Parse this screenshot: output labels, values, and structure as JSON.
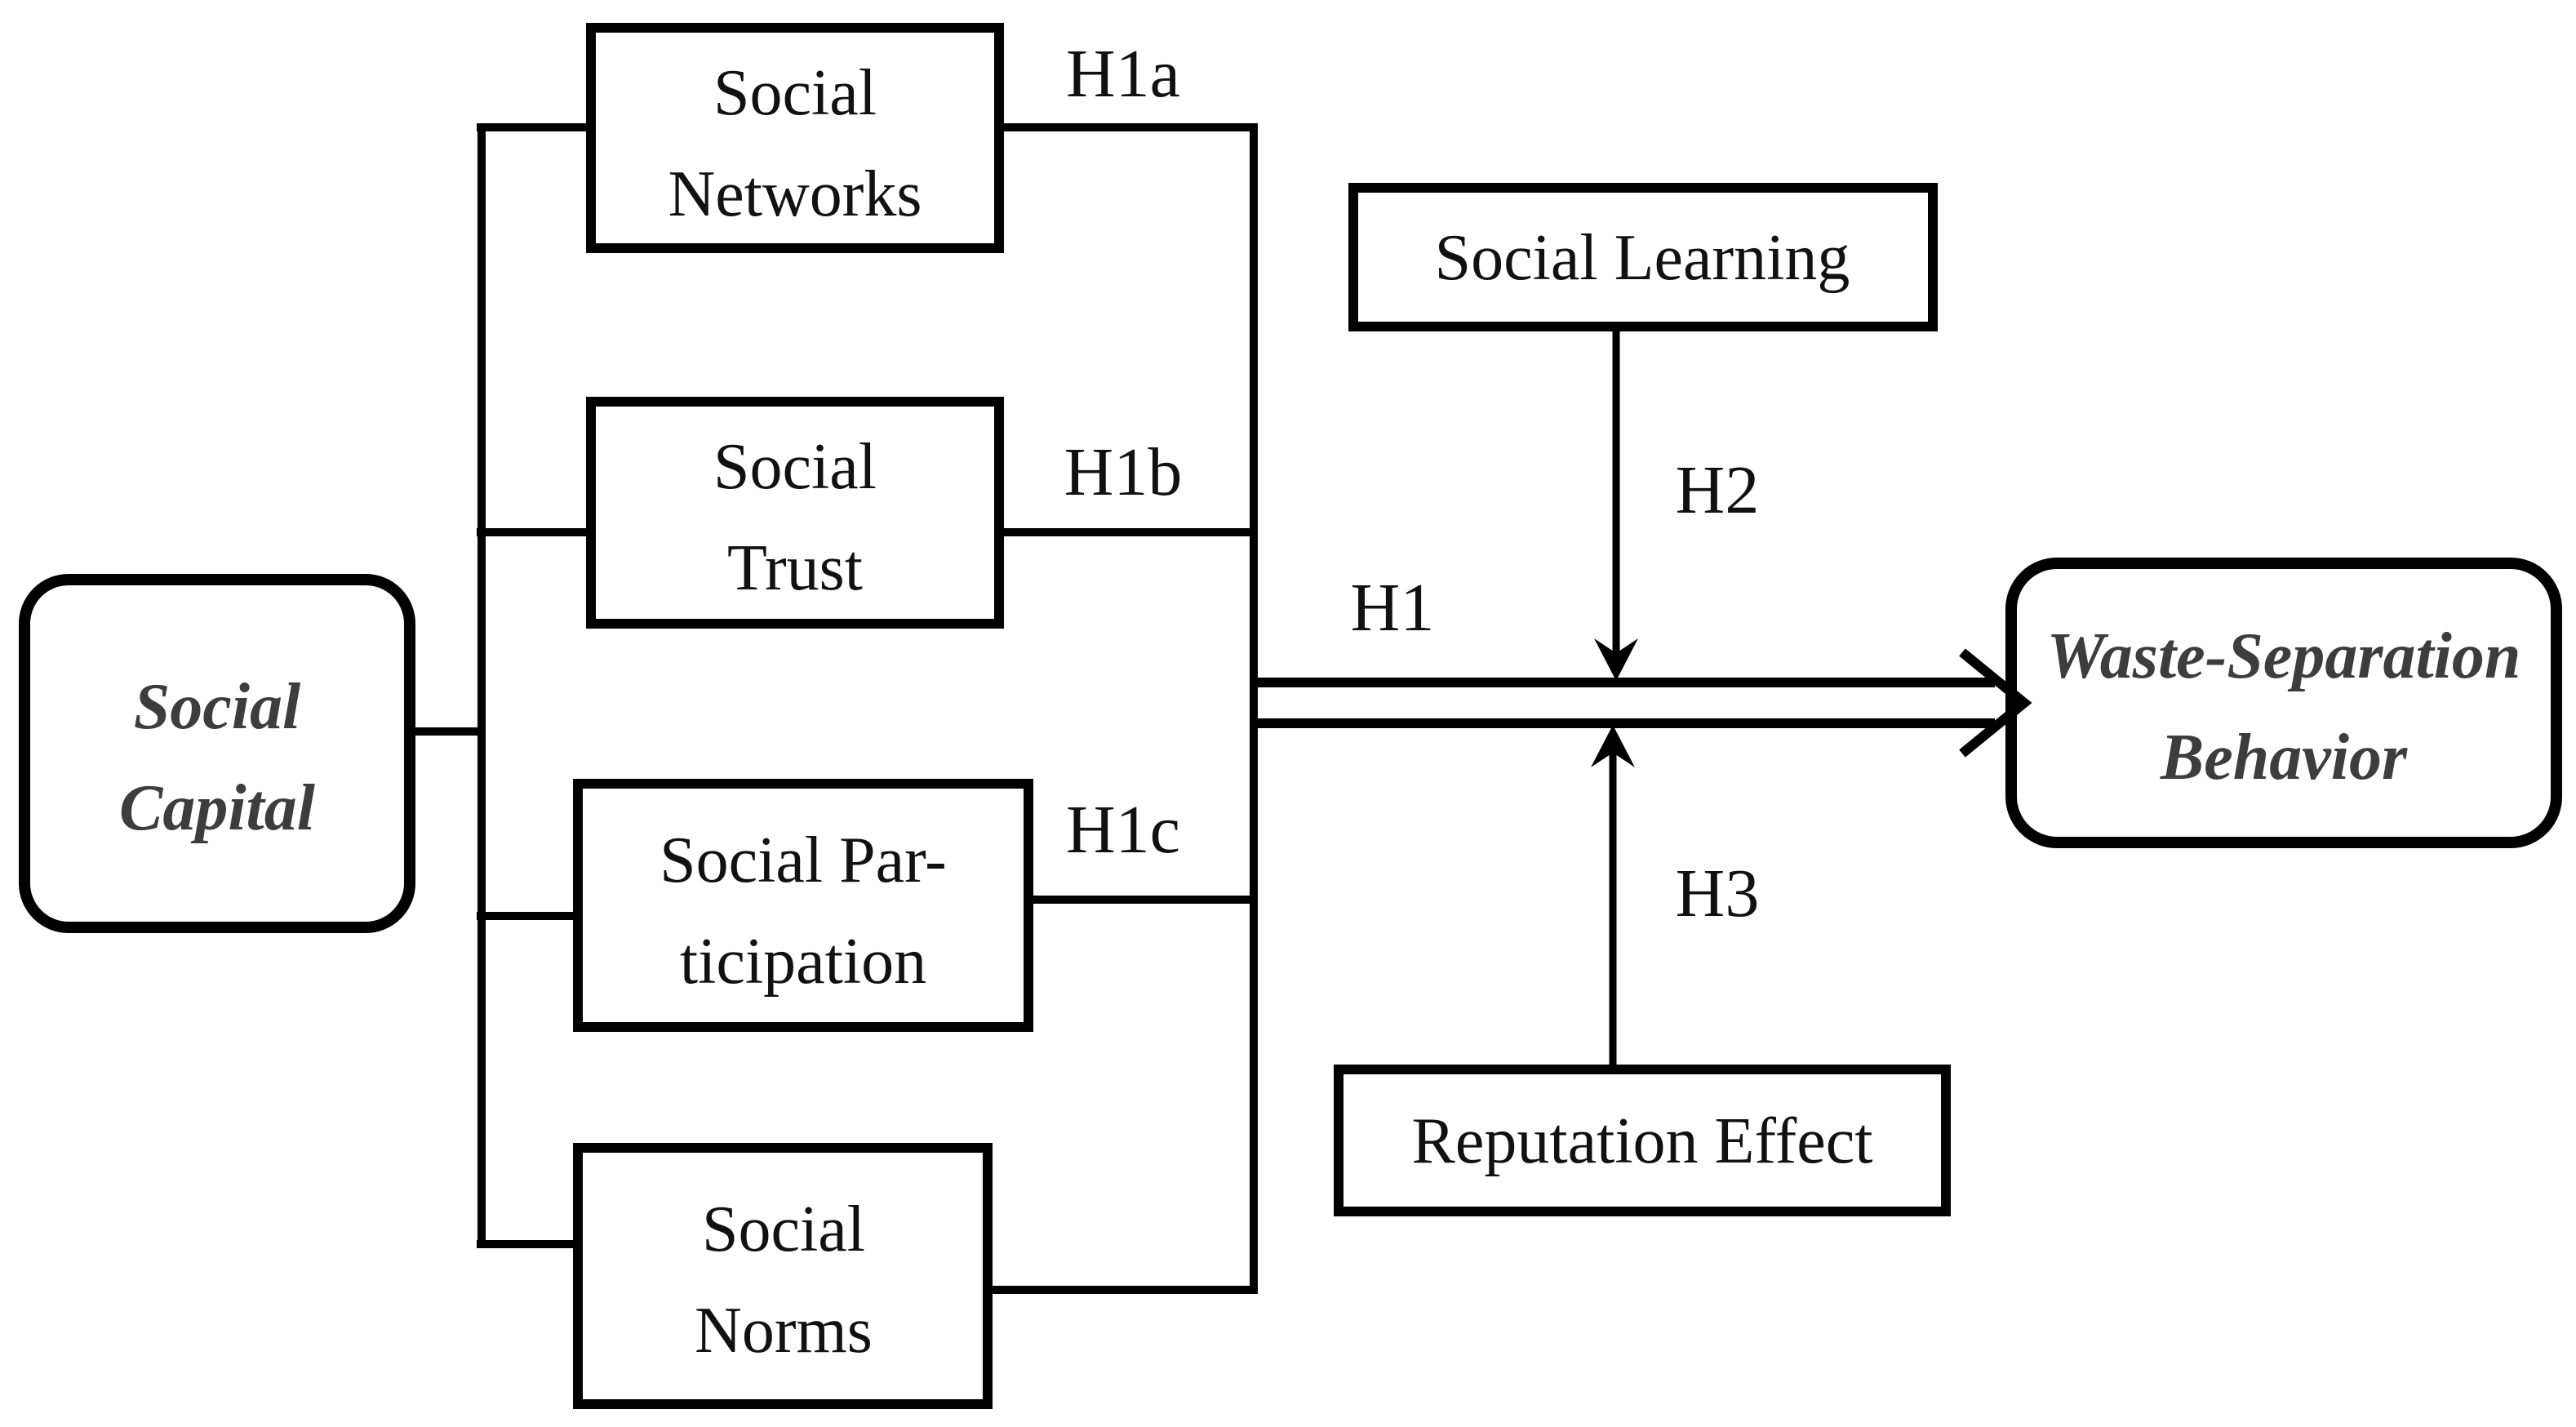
{
  "diagram": {
    "nodes": {
      "social_capital": {
        "line1": "Social",
        "line2": "Capital"
      },
      "social_networks": {
        "line1": "Social",
        "line2": "Networks"
      },
      "social_trust": {
        "line1": "Social",
        "line2": "Trust"
      },
      "social_participation": {
        "line1": "Social Par-",
        "line2": "ticipation"
      },
      "social_norms": {
        "line1": "Social",
        "line2": "Norms"
      },
      "social_learning": {
        "label": "Social Learning"
      },
      "reputation_effect": {
        "label": "Reputation Effect"
      },
      "waste_separation": {
        "line1": "Waste-Separation",
        "line2": "Behavior"
      }
    },
    "hypotheses": {
      "h1": "H1",
      "h1a": "H1a",
      "h1b": "H1b",
      "h1c": "H1c",
      "h2": "H2",
      "h3": "H3"
    },
    "colors": {
      "line": "#000000",
      "text": "#111111",
      "emphasis_text": "#3d3d3d",
      "box_fill": "#ffffff",
      "background": "#ffffff"
    }
  }
}
